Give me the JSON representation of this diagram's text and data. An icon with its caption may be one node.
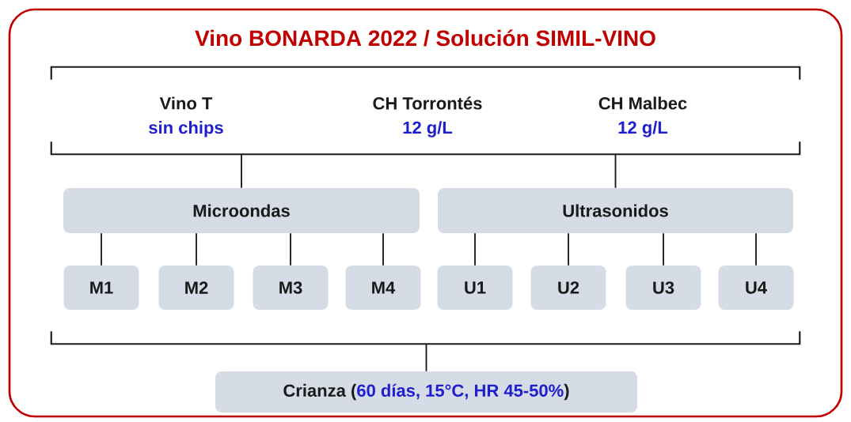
{
  "diagram": {
    "title": "Vino BONARDA 2022 / Solución SIMIL-VINO",
    "nodes": [
      {
        "text": [],
        "shape": "bracket"
      },
      {
        "text": [
          "Vino T",
          "sin chips"
        ],
        "in": 0
      },
      {
        "text": [
          "CH Torrontés",
          "12 g/L"
        ],
        "in": 0
      },
      {
        "text": [
          "CH Malbec",
          "12 g/L"
        ],
        "in": 0
      },
      {
        "text": [
          "Microondas"
        ]
      },
      {
        "text": [
          "Ultrasonidos"
        ]
      },
      {
        "text": [
          "M1"
        ]
      },
      {
        "text": [
          "M2"
        ]
      },
      {
        "text": [
          "M3"
        ]
      },
      {
        "text": [
          "M4"
        ]
      },
      {
        "text": [
          "U1"
        ]
      },
      {
        "text": [
          "U2"
        ]
      },
      {
        "text": [
          "U3"
        ]
      },
      {
        "text": [
          "U4"
        ]
      },
      {
        "text": [],
        "shape": "bracket"
      },
      {
        "text": [
          "Crianza (",
          "60 días, 15°C, HR 45-50%",
          ")"
        ]
      }
    ],
    "edges": [
      {
        "from": 0,
        "to": 4,
        "arrow": "none"
      },
      {
        "from": 0,
        "to": 5,
        "arrow": "none"
      },
      {
        "from": 4,
        "to": 6,
        "arrow": "none"
      },
      {
        "from": 4,
        "to": 7,
        "arrow": "none"
      },
      {
        "from": 4,
        "to": 8,
        "arrow": "none"
      },
      {
        "from": 4,
        "to": 9,
        "arrow": "none"
      },
      {
        "from": 5,
        "to": 10,
        "arrow": "none"
      },
      {
        "from": 5,
        "to": 11,
        "arrow": "none"
      },
      {
        "from": 5,
        "to": 12,
        "arrow": "none"
      },
      {
        "from": 5,
        "to": 13,
        "arrow": "none"
      },
      {
        "from": 14,
        "to": 15,
        "arrow": "none"
      }
    ]
  }
}
